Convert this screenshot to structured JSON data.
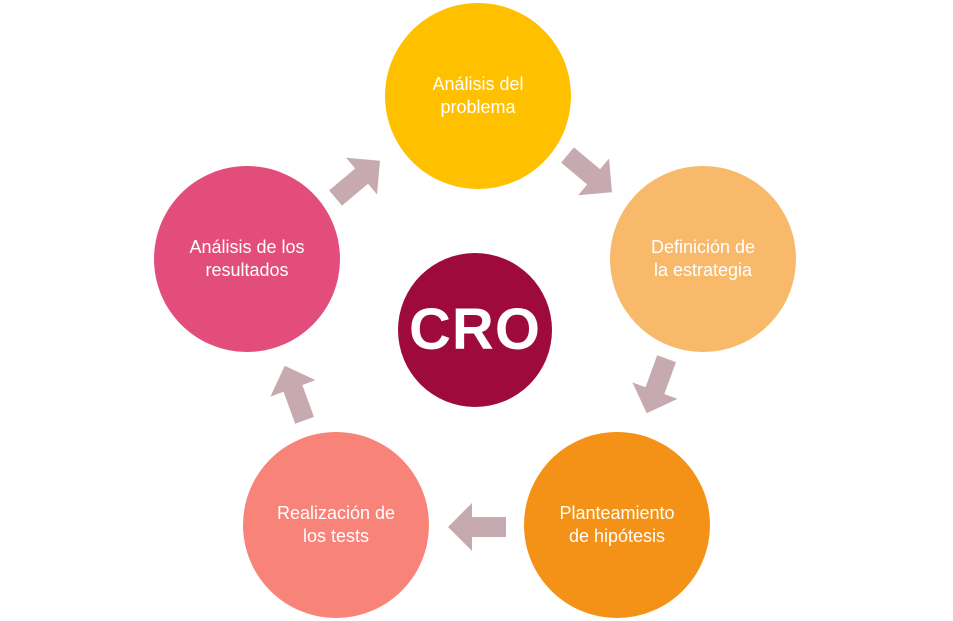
{
  "diagram": {
    "center": {
      "label": "CRO",
      "color": "#9e0a3c"
    },
    "steps": [
      {
        "label": "Análisis del\nproblema",
        "color": "#ffc000"
      },
      {
        "label": "Definición de\nla estrategia",
        "color": "#f8b96a"
      },
      {
        "label": "Planteamiento\nde hipótesis",
        "color": "#f39216"
      },
      {
        "label": "Realización de\nlos tests",
        "color": "#f88379"
      },
      {
        "label": "Análisis de los\nresultados",
        "color": "#e24d7c"
      }
    ],
    "arrow_color": "#c7aab0"
  }
}
